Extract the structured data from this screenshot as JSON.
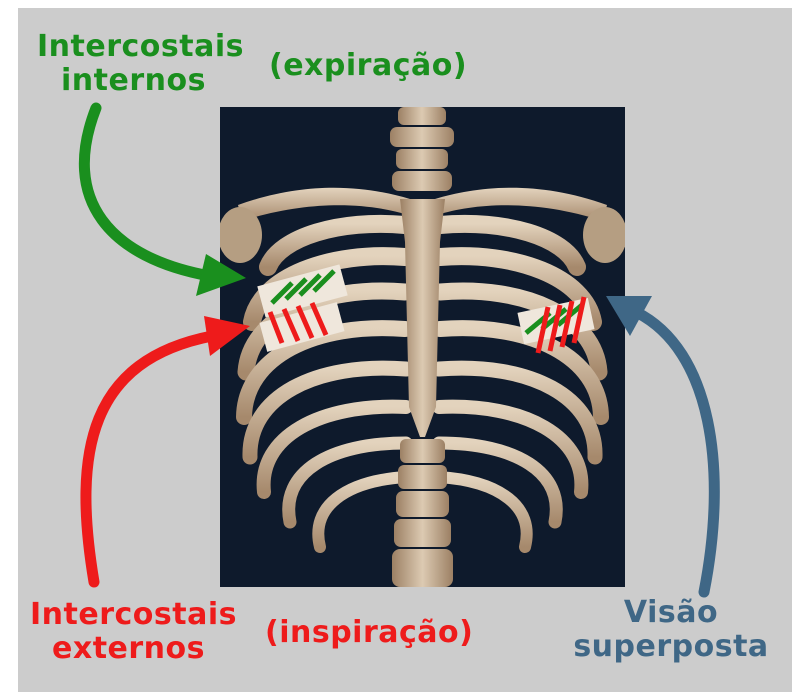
{
  "labels": {
    "internal_line1": "Intercostais",
    "internal_line2": "internos",
    "internal_phase": "(expiração)",
    "external_line1": "Intercostais",
    "external_line2": "externos",
    "external_phase": "(inspiração)",
    "view_line1": "Visão",
    "view_line2": "superposta"
  },
  "colors": {
    "internal": "#1a8f1e",
    "external": "#ee1b1b",
    "view": "#3f6786",
    "panel": "#cccccc",
    "photo_background": "#0e1a2c",
    "bone": "#c8b49a"
  }
}
